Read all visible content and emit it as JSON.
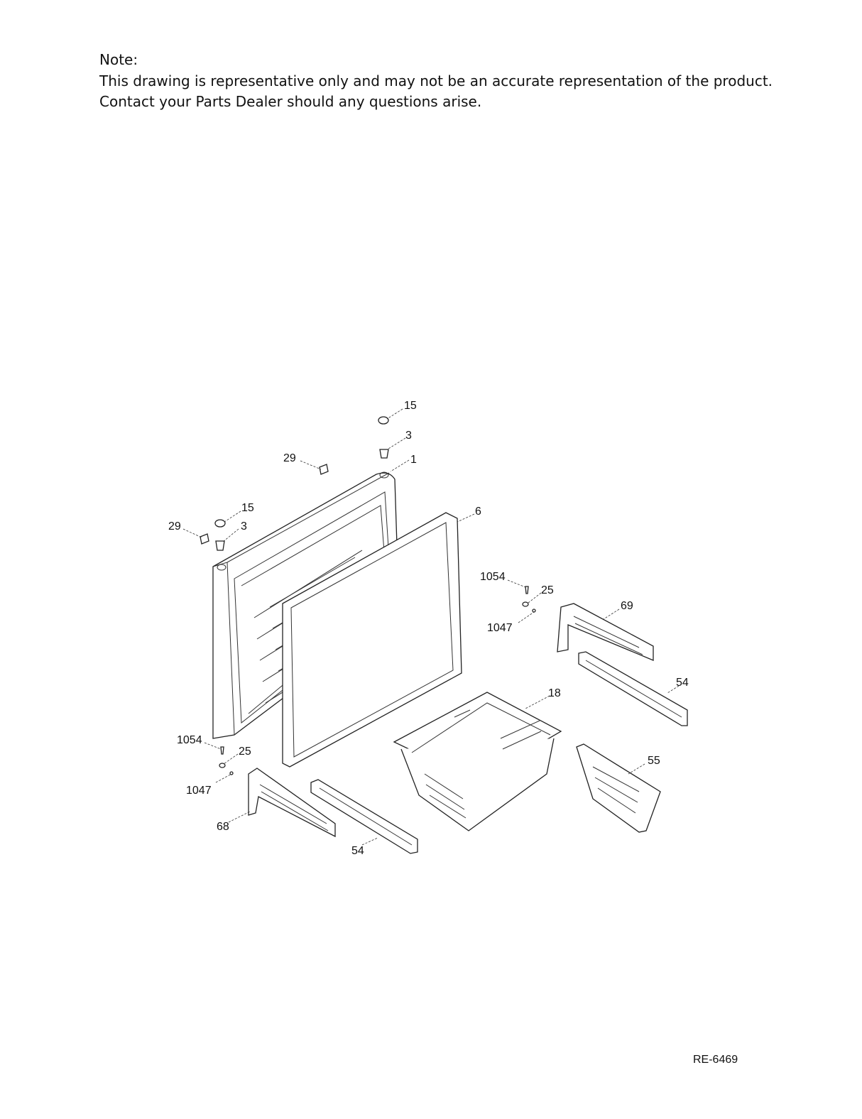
{
  "note": {
    "title": "Note:",
    "line1": "This drawing is representative only and may not be an accurate representation of the product.",
    "line2": "Contact your Parts Dealer should any questions arise."
  },
  "doc_code": "RE-6469",
  "callouts": {
    "top_cap": "15",
    "top_bushing": "3",
    "top_clip": "29",
    "door": "1",
    "left_cap": "15",
    "left_clip": "29",
    "left_bushing": "3",
    "gasket": "6",
    "right_screw": "1054",
    "right_washer": "25",
    "right_pin": "1047",
    "right_bracket": "69",
    "right_rail": "54",
    "basket": "18",
    "left_screw": "1054",
    "left_washer": "25",
    "left_pin": "1047",
    "left_bracket": "68",
    "left_rail": "54",
    "divider": "55"
  }
}
